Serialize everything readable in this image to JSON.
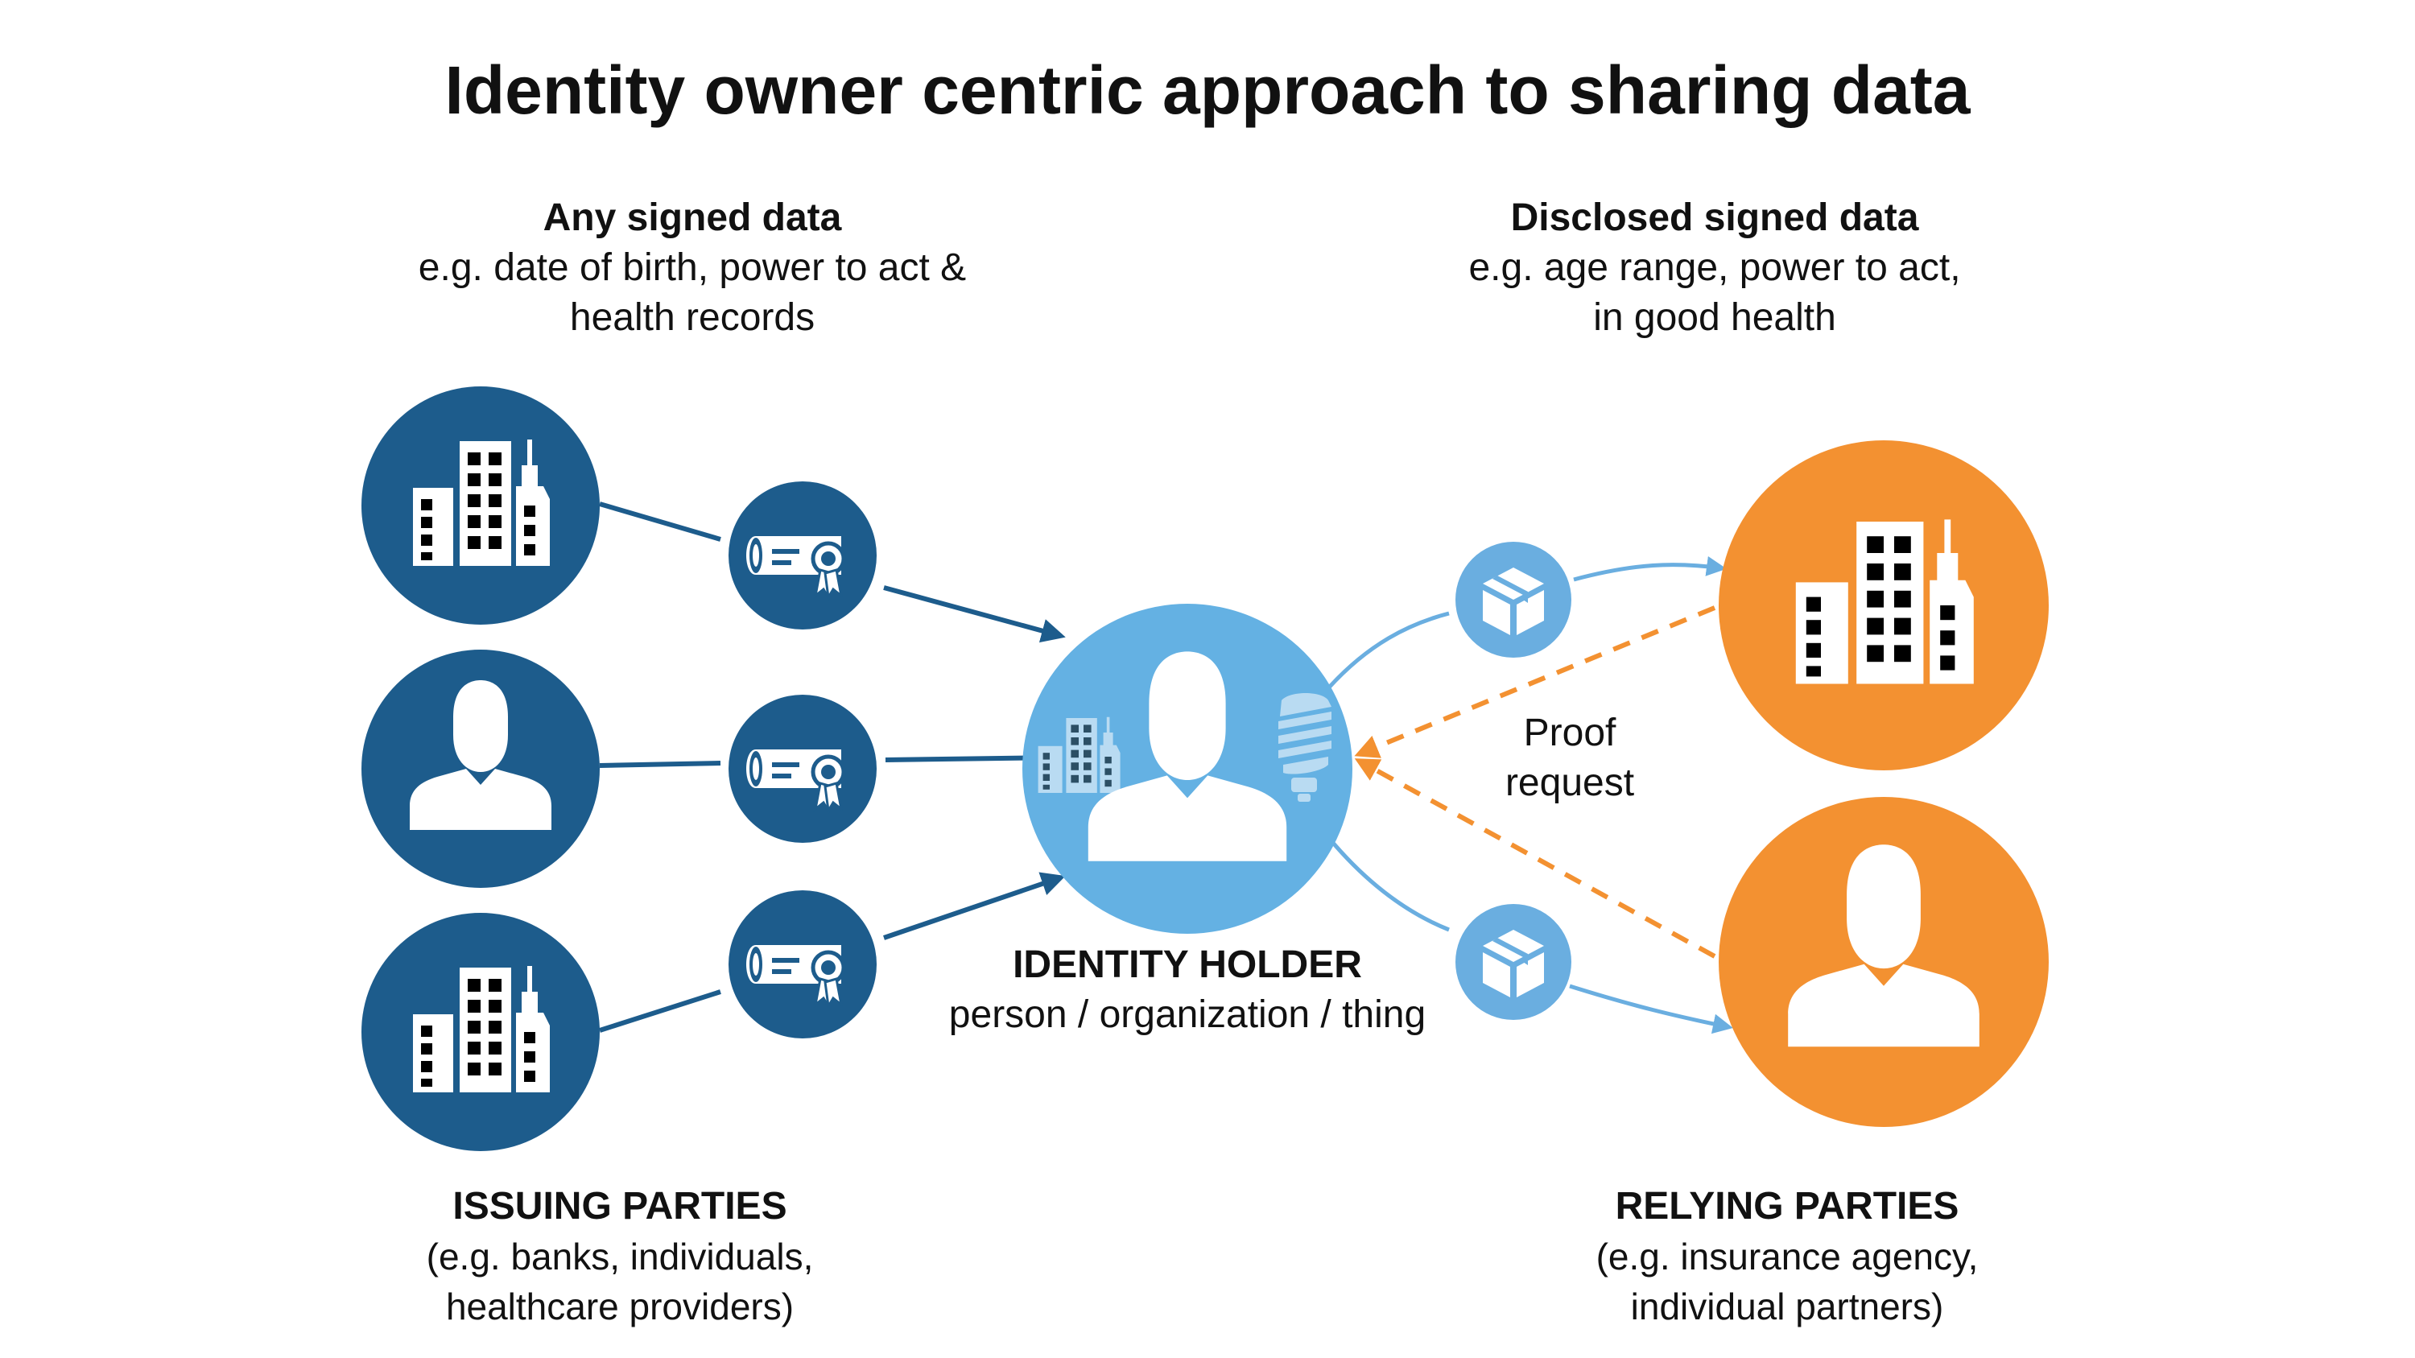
{
  "title": "Identity owner centric approach to sharing data",
  "issued_caption": {
    "heading": "Any signed data",
    "line1": "e.g. date of birth, power to act &",
    "line2": "health records"
  },
  "disclosed_caption": {
    "heading": "Disclosed signed data",
    "line1": "e.g. age range, power to act,",
    "line2": "in good health"
  },
  "holder_caption": {
    "heading": "IDENTITY HOLDER",
    "line1": "person / organization / thing"
  },
  "proof_request": {
    "line1": "Proof",
    "line2": "request"
  },
  "issuing_caption": {
    "heading": "ISSUING PARTIES",
    "line1": "(e.g. banks, individuals,",
    "line2": "healthcare providers)"
  },
  "relying_caption": {
    "heading": "RELYING PARTIES",
    "line1": "(e.g. insurance agency,",
    "line2": "individual partners)"
  },
  "colors": {
    "issuer_dark_blue": "#1d5c8c",
    "holder_light_blue": "#64b1e3",
    "relying_orange": "#f39131",
    "arrow_blue": "#6aaee0",
    "proof_orange": "#f39131"
  },
  "icons": {
    "issuers": [
      "buildings-icon",
      "person-icon",
      "buildings-icon"
    ],
    "credentials": [
      "certificate-icon",
      "certificate-icon",
      "certificate-icon"
    ],
    "holder": [
      "buildings-icon",
      "person-icon",
      "lightbulb-icon"
    ],
    "presentations": [
      "package-icon",
      "package-icon"
    ],
    "relying": [
      "buildings-icon",
      "person-icon"
    ]
  }
}
